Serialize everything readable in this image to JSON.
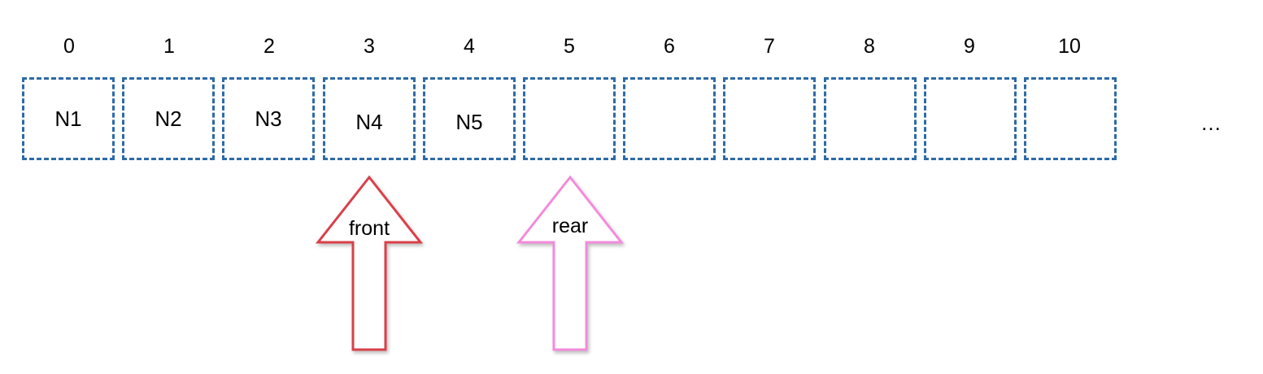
{
  "array": {
    "indices": [
      "0",
      "1",
      "2",
      "3",
      "4",
      "5",
      "6",
      "7",
      "8",
      "9",
      "10"
    ],
    "cells": [
      "N1",
      "N2",
      "N3",
      "N4",
      "N5",
      "",
      "",
      "",
      "",
      "",
      ""
    ],
    "ellipsis": "…",
    "border_color": "#2e6aa6"
  },
  "pointers": {
    "front": {
      "label": "front",
      "index": 3,
      "color": "#d9414a"
    },
    "rear": {
      "label": "rear",
      "index": 5,
      "color": "#f28bdc"
    }
  }
}
